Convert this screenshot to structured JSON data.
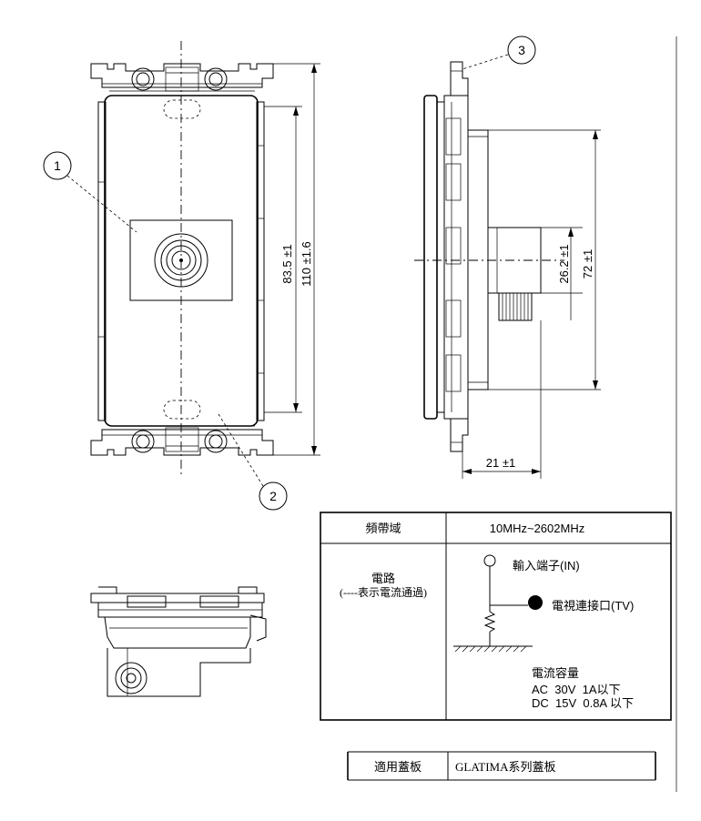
{
  "callouts": [
    "1",
    "2",
    "3"
  ],
  "dimensions": {
    "height_inner": "83.5 ±1",
    "height_outer": "110 ±1.6",
    "side_small": "26.2 ±1",
    "side_large": "72 ±1",
    "depth": "21 ±1"
  },
  "spec_table": {
    "band_label": "頻帶域",
    "band_value": "10MHz~2602MHz",
    "circuit_label_line1": "電路",
    "circuit_label_line2": "(----表示電流通過)",
    "input_terminal": "輸入端子(IN)",
    "tv_port": "電視連接口(TV)",
    "capacity_title": "電流容量",
    "capacity_ac": "AC  30V  1A以下",
    "capacity_dc": "DC  15V  0.8A 以下"
  },
  "cover": {
    "label": "適用蓋板",
    "value": "GLATIMA系列蓋板"
  }
}
